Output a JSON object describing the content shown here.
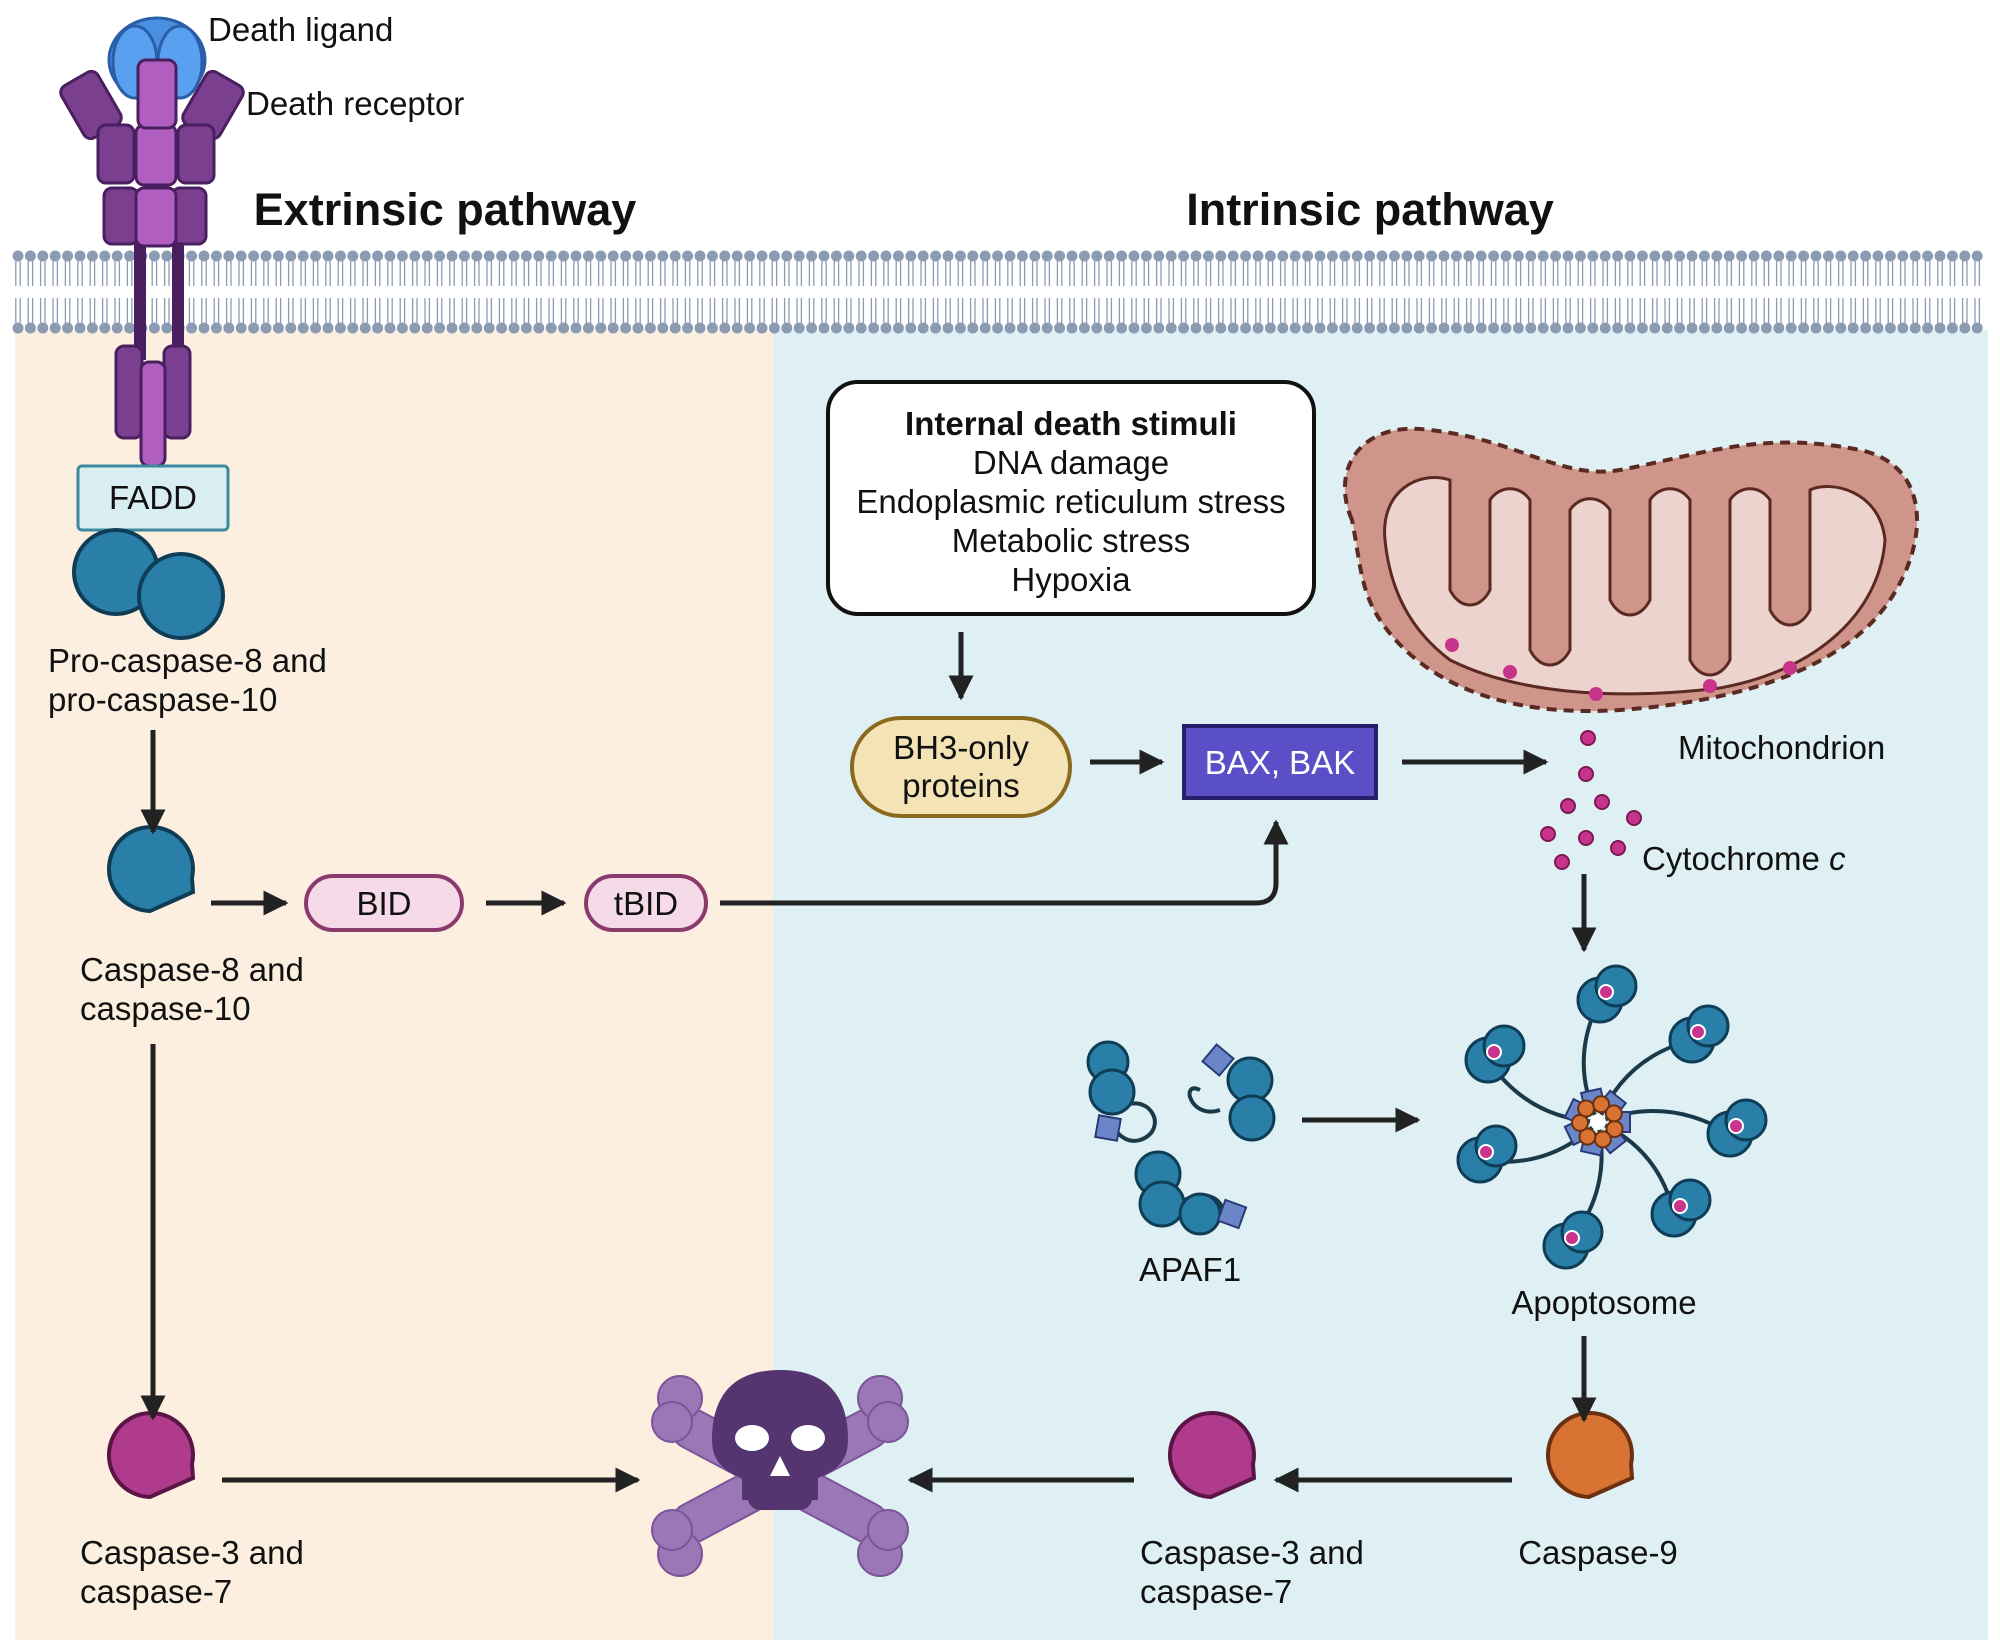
{
  "titles": {
    "extrinsic": "Extrinsic pathway",
    "intrinsic": "Intrinsic pathway"
  },
  "receptor": {
    "ligand": "Death ligand",
    "receptor": "Death receptor",
    "fadd": "FADD"
  },
  "extrinsic": {
    "procaspase_line1": "Pro-caspase-8 and",
    "procaspase_line2": "pro-caspase-10",
    "caspase8_line1": "Caspase-8 and",
    "caspase8_line2": "caspase-10",
    "bid": "BID",
    "tbid": "tBID",
    "caspase3_line1": "Caspase-3 and",
    "caspase3_line2": "caspase-7"
  },
  "intrinsic": {
    "stimuli_title": "Internal death stimuli",
    "stimuli": [
      "DNA damage",
      "Endoplasmic reticulum stress",
      "Metabolic stress",
      "Hypoxia"
    ],
    "bh3_line1": "BH3-only",
    "bh3_line2": "proteins",
    "baxbak": "BAX, BAK",
    "mitochondrion": "Mitochondrion",
    "cytochrome": "Cytochrome",
    "cytochrome_italic": "c",
    "apaf1": "APAF1",
    "apoptosome": "Apoptosome",
    "caspase9": "Caspase-9",
    "caspase3_line1": "Caspase-3 and",
    "caspase3_line2": "caspase-7"
  },
  "colors": {
    "extrinsic_bg": "#fcefdf",
    "intrinsic_bg": "#dff0f4",
    "membrane": "#8a9bb3",
    "receptor": "#7b3f8f",
    "ligand": "#4a90e2",
    "caspase_blue": "#2a7fa8",
    "caspase_pink": "#b03a8c",
    "caspase_orange": "#d97334",
    "bax": "#5b4fc8",
    "bh3": "#f3e3b5",
    "bid": "#f5dbe8",
    "mito": "#cf958a",
    "skull": "#55356f",
    "bone": "#9b77b8",
    "cyto": "#c8348b"
  }
}
